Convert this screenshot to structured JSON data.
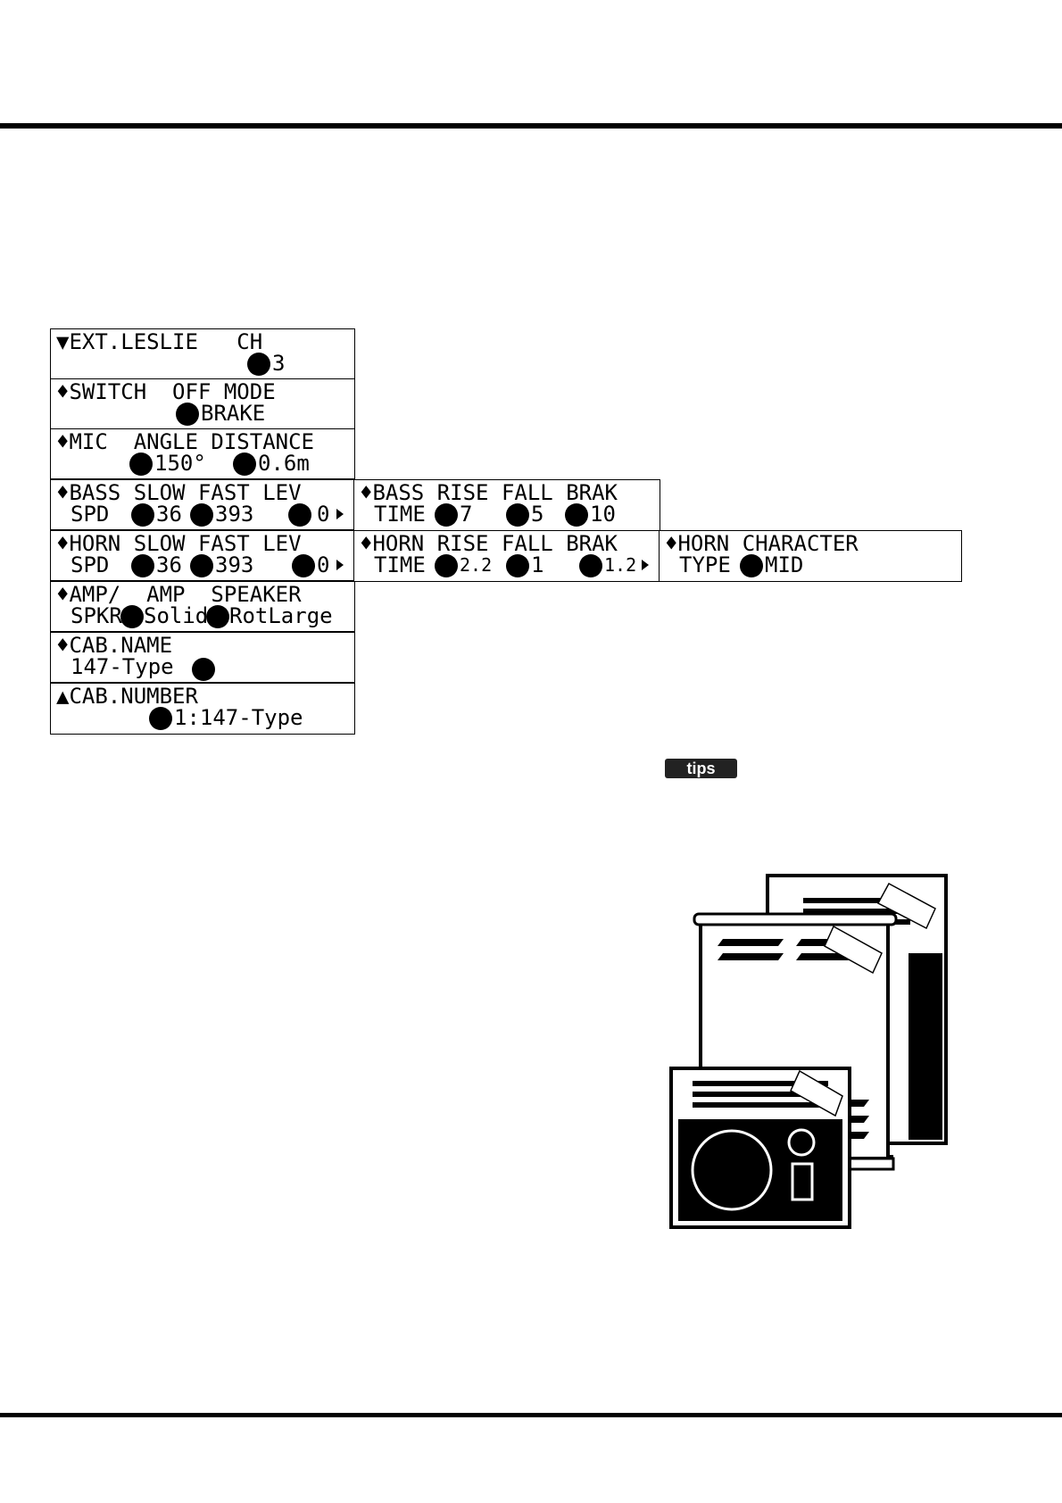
{
  "lcd": {
    "ext_leslie": {
      "line1": "▼EXT.LESLIE   CH",
      "line2": "3"
    },
    "switch": {
      "line1": "♦SWITCH  OFF MODE",
      "line2": "BRAKE"
    },
    "mic": {
      "line1": "♦MIC  ANGLE DISTANCE",
      "angle": "150°",
      "distance": "0.6m"
    },
    "bass_speed": {
      "line1": "♦BASS SLOW FAST LEV",
      "label": "SPD",
      "slow": "36",
      "fast": "393",
      "lev": "0"
    },
    "bass_time": {
      "line1": "♦BASS RISE FALL BRAK",
      "label": "TIME",
      "rise": "7",
      "fall": "5",
      "brak": "10"
    },
    "horn_speed": {
      "line1": "♦HORN SLOW FAST LEV",
      "label": "SPD",
      "slow": "36",
      "fast": "393",
      "lev": "0"
    },
    "horn_time": {
      "line1": "♦HORN RISE FALL BRAK",
      "label": "TIME",
      "rise": "2.2",
      "fall": "1",
      "brak": "1.2"
    },
    "horn_char": {
      "line1": "♦HORN CHARACTER",
      "label": "TYPE",
      "value": "MID"
    },
    "amp_spkr": {
      "line1": "♦AMP/  AMP  SPEAKER",
      "label": "SPKR",
      "amp": "Solid",
      "speaker": "RotLarge"
    },
    "cab_name": {
      "line1": "♦CAB.NAME",
      "line2": "147-Type"
    },
    "cab_number": {
      "line1": "▲CAB.NUMBER",
      "line2": "1:147-Type"
    }
  },
  "tips_label": "tips",
  "icons": {
    "cursor": "black-circle-cursor-icon",
    "scroll": "updown-arrow-icon",
    "next": "right-triangle-icon"
  }
}
